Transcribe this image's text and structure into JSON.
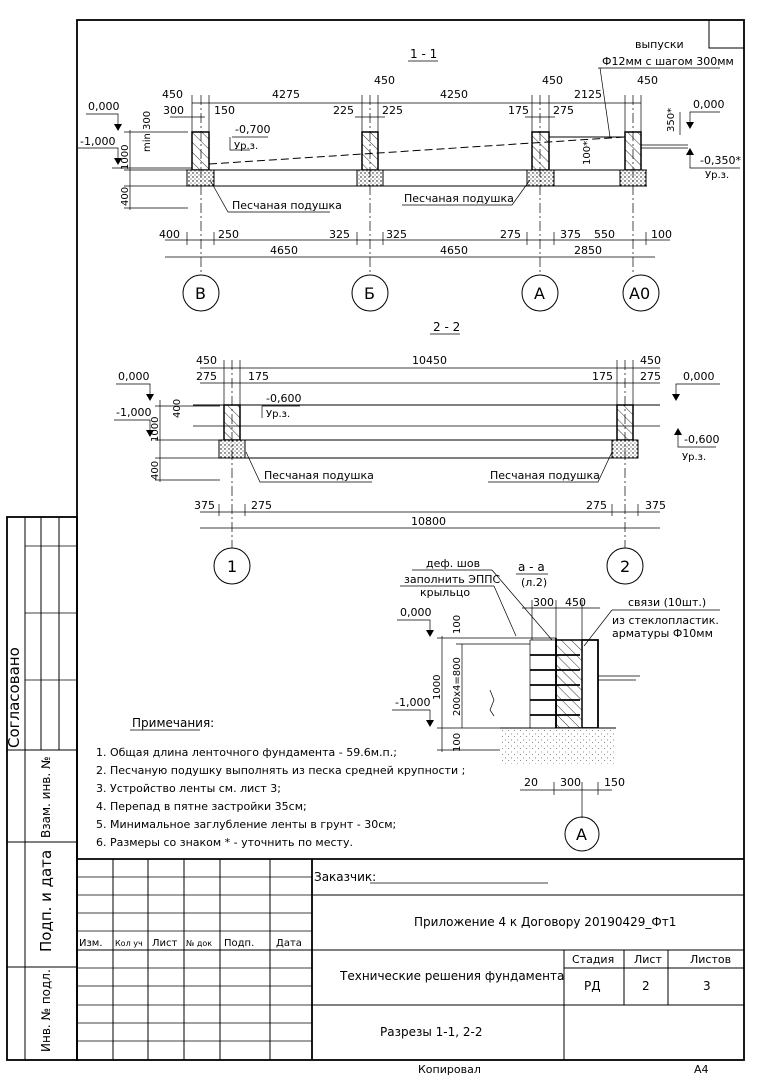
{
  "sections": {
    "s11": {
      "title": "1 - 1",
      "elev_top_left": "0,000",
      "elev_low_left": "-1,000",
      "elev_top_right": "0,000",
      "elev_ur_left": "-0,700",
      "elev_ur_right": "-0,350*",
      "ur_label": "Ур.з.",
      "vypuski_1": "выпуски",
      "vypuski_2": "Ф12мм с шагом 300мм",
      "sand_1": "Песчаная подушка",
      "sand_2": "Песчаная подушка",
      "min300": "min 300",
      "d1000": "1000",
      "d400": "400",
      "d350": "350*",
      "d100": "100*",
      "top_dims": [
        "450",
        "4275",
        "450",
        "4250",
        "450",
        "2125",
        "450"
      ],
      "sub_dims": [
        "300",
        "150",
        "225",
        "225",
        "175",
        "275"
      ],
      "bot_dims": [
        "400",
        "250",
        "325",
        "325",
        "275",
        "375",
        "550",
        "100"
      ],
      "spans": [
        "4650",
        "4650",
        "2850"
      ],
      "axes": [
        "В",
        "Б",
        "А",
        "А0"
      ]
    },
    "s22": {
      "title": "2 - 2",
      "elev_top_left": "0,000",
      "elev_low_left": "-1,000",
      "elev_top_right": "0,000",
      "elev_ur_left": "-0,600",
      "elev_ur_right": "-0,600",
      "ur_label": "Ур.з.",
      "sand_1": "Песчаная подушка",
      "sand_2": "Песчаная подушка",
      "d400a": "400",
      "d1000": "1000",
      "d400b": "400",
      "top_dims": [
        "450",
        "10450",
        "450"
      ],
      "sub_dims": [
        "275",
        "175",
        "175",
        "275"
      ],
      "bot_dims": [
        "375",
        "275",
        "275",
        "375"
      ],
      "span": "10800",
      "axes": [
        "1",
        "2"
      ]
    },
    "saa": {
      "title": "а - а",
      "ref": "(л.2)",
      "def_shov": "деф. шов",
      "fill_1": "заполнить ЭППС",
      "fill_2": "крыльцо",
      "svyazi_1": "связи (10шт.)",
      "svyazi_2": "из стеклопластик.",
      "svyazi_3": "арматуры Ф10мм",
      "elev_top": "0,000",
      "elev_low": "-1,000",
      "d300": "300",
      "d450": "450",
      "v100a": "100",
      "v1000": "1000",
      "v200x4": "200х4=800",
      "v100b": "100",
      "b20": "20",
      "b300": "300",
      "b150": "150",
      "axis": "А"
    }
  },
  "notes": {
    "title": "Примечания:",
    "items": [
      "1. Общая длина ленточного фундамента  - 59.6м.п.;",
      "2. Песчаную подушку выполнять из песка средней крупности ;",
      "3. Устройство ленты см. лист 3;",
      "4. Перепад в пятне застройки 35см;",
      "5. Минимальное заглубление ленты в грунт  - 30см;",
      "6.  Размеры со знаком * - уточнить по месту."
    ]
  },
  "side_stamp": {
    "agreed": "Согласовано",
    "inv_zam": "Взам. инв. №",
    "sign_date": "Подп. и дата",
    "inv_orig": "Инв. № подл."
  },
  "title_block": {
    "customer_label": "Заказчик:",
    "doc_title": "Приложение 4 к Договору 20190429_Фт1",
    "col_headers": [
      "Изм.",
      "Кол уч",
      "Лист",
      "№ док",
      "Подп.",
      "Дата"
    ],
    "project_name": "Технические решения фундамента",
    "sheet_name": "Разрезы 1-1, 2-2",
    "stage_header": "Стадия",
    "sheet_header": "Лист",
    "sheets_header": "Листов",
    "stage": "РД",
    "sheet": "2",
    "sheets": "3",
    "copied": "Копировал",
    "format": "А4"
  }
}
